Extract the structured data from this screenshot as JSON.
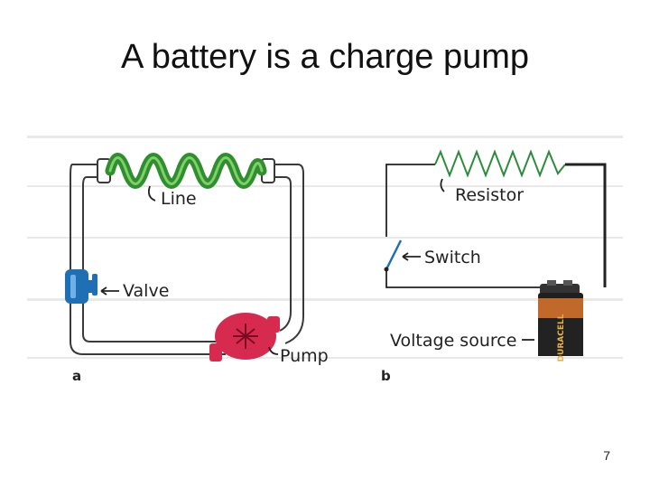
{
  "slide": {
    "title": "A battery is a charge pump",
    "page_number": "7"
  },
  "panel_a": {
    "label": "a",
    "line_label": "Line",
    "valve_label": "Valve",
    "pump_label": "Pump",
    "colors": {
      "pipe_outline": "#3a3a3a",
      "line_coil": "#2f8f2f",
      "valve": "#1f6fb5",
      "pump": "#d62a4f"
    }
  },
  "panel_b": {
    "label": "b",
    "resistor_label": "Resistor",
    "switch_label": "Switch",
    "source_label": "Voltage source",
    "battery_brand": "DURACELL",
    "colors": {
      "wire": "#222222",
      "resistor": "#2e8b3a",
      "battery_top": "#222222",
      "battery_band": "#c0692a"
    }
  }
}
